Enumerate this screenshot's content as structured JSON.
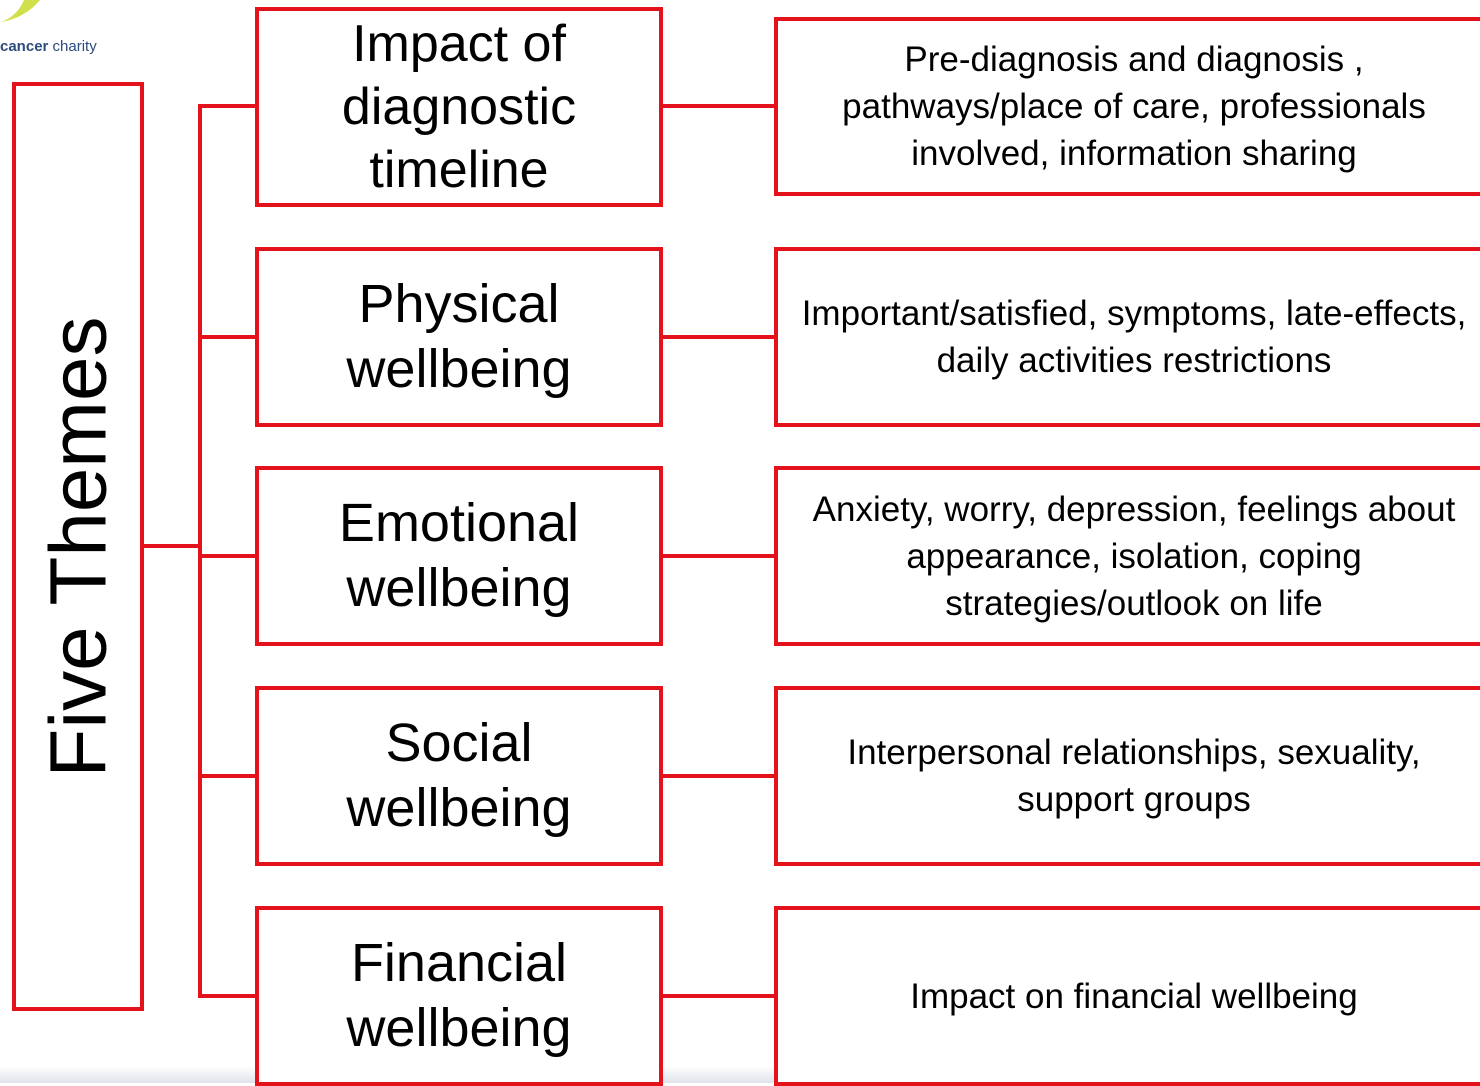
{
  "logo": {
    "text_bold": "cancer",
    "text_rest": " charity"
  },
  "root": {
    "label": "Five Themes"
  },
  "themes": [
    {
      "title": "Impact of diagnostic timeline",
      "description": "Pre-diagnosis and diagnosis , pathways/place of care, professionals involved, information sharing"
    },
    {
      "title": "Physical wellbeing",
      "description": "Important/satisfied, symptoms, late-effects, daily activities restrictions"
    },
    {
      "title": "Emotional wellbeing",
      "description": "Anxiety, worry, depression, feelings about appearance, isolation, coping strategies/outlook on life"
    },
    {
      "title": "Social wellbeing",
      "description": "Interpersonal relationships, sexuality, support groups"
    },
    {
      "title": "Financial wellbeing",
      "description": "Impact on financial wellbeing"
    }
  ],
  "colors": {
    "border": "#e3121b",
    "text": "#000000",
    "logo_text": "#2d4b7c",
    "logo_swoosh": "#c8d92a"
  }
}
